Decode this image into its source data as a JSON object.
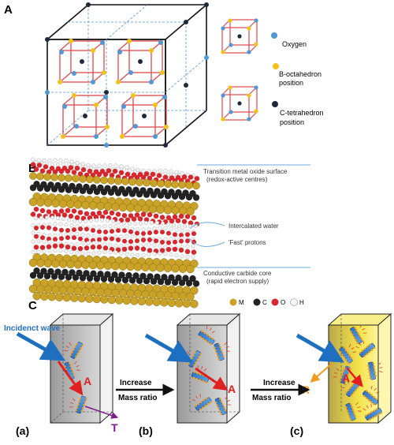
{
  "panelA": {
    "label": "A",
    "legend": {
      "oxygen": "Oxygen",
      "b_oct_line1": "B-octahedron",
      "b_oct_line2": "position",
      "c_tet_line1": "C-tetrahedron",
      "c_tet_line2": "position"
    },
    "colors": {
      "oxygen": "#4f97d6",
      "b_site": "#f2c21b",
      "c_site": "#1e2a3a",
      "cube_red": "#e0474c"
    }
  },
  "panelB": {
    "label": "B",
    "annotations": {
      "surface_line1": "Transition metal oxide surface",
      "surface_line2": "(redox-active centres)",
      "water": "Intercalated water",
      "protons": "'Fast' protons",
      "core_line1": "Conductive carbide core",
      "core_line2": "(rapid electron supply)"
    },
    "legend": [
      {
        "symbol": "M",
        "color": "#c9a227"
      },
      {
        "symbol": "C",
        "color": "#222222"
      },
      {
        "symbol": "O",
        "color": "#d8262c"
      },
      {
        "symbol": "H",
        "color": "#f2f2f2"
      }
    ]
  },
  "panelC": {
    "label": "C",
    "incident": "Incidenct wave",
    "arrow1_line1": "Increase",
    "arrow1_line2": "Mass ratio",
    "arrow2_line1": "Increase",
    "arrow2_line2": "Mass ratio",
    "absorb_a": "A",
    "transmit": "T",
    "absorb_b": "A",
    "absorb_c": "A",
    "reflect": "R",
    "sub_a": "(a)",
    "sub_b": "(b)",
    "sub_c": "(c)",
    "colors": {
      "incident": "#1f6fc1",
      "absorb": "#e02020",
      "transmit": "#7a1f8a",
      "reflect": "#f29b1e"
    }
  }
}
